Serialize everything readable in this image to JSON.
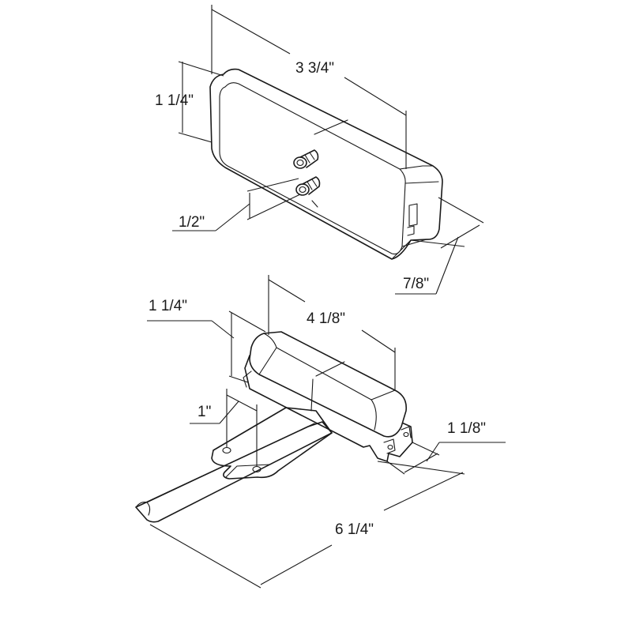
{
  "dimensions": {
    "top_length": "3 3/4\"",
    "top_height": "1 1/4\"",
    "top_stud_spacing": "1/2\"",
    "top_depth": "7/8\"",
    "bottom_height": "1 1/4\"",
    "bottom_length": "4 1/8\"",
    "bracket_hole_spacing": "1\"",
    "bottom_depth": "1 1/8\"",
    "bracket_length": "6 1/4\""
  },
  "colors": {
    "line": "#1a1a1a",
    "background": "#ffffff"
  }
}
